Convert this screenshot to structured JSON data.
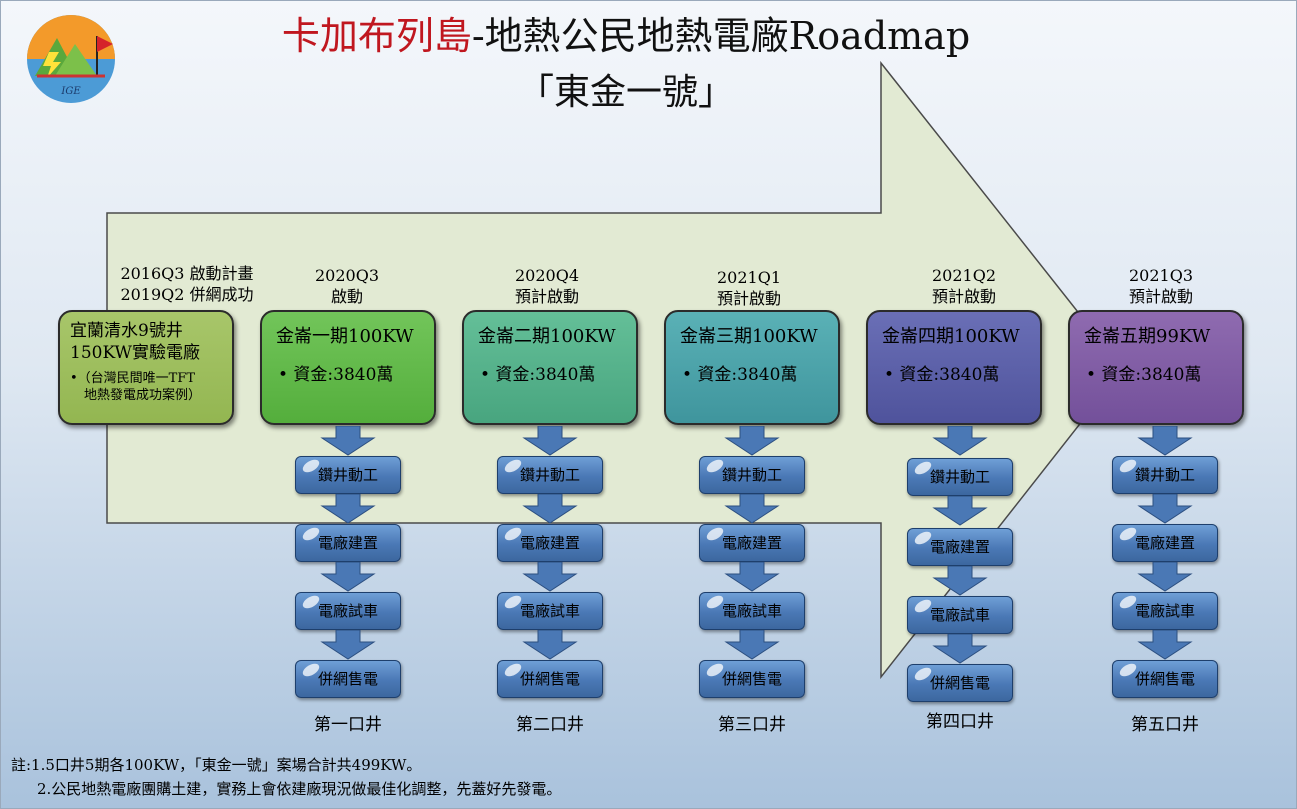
{
  "title": {
    "part1": "卡加布列島",
    "part2": "-地熱公民地熱電廠Roadmap",
    "subtitle": "「東金一號」"
  },
  "logo": {
    "text": "IGE",
    "icon": "mountain-lightning-flag-logo"
  },
  "colors": {
    "title_red": "#c0171f",
    "arrow_fill": "#e2ead3",
    "origin": "#9bbb59",
    "phase1": "#5fba46",
    "phase2": "#4fae8a",
    "phase3": "#4aa0a8",
    "phase4": "#5a5ea8",
    "phase5": "#7e5a9e",
    "step": "#4a78b5"
  },
  "origin": {
    "label_line1": "2016Q3 啟動計畫",
    "label_line2": "2019Q2 併網成功",
    "line1": "宜蘭清水9號井",
    "line2": "150KW實驗電廠",
    "note_line1": "•（台灣民間唯一TFT",
    "note_line2": "地熱發電成功案例）"
  },
  "phases": [
    {
      "quarter": "2020Q3",
      "status": "啟動",
      "name": "金崙一期100KW",
      "fund": "•  資金:3840萬",
      "well": "第一口井"
    },
    {
      "quarter": "2020Q4",
      "status": "預計啟動",
      "name": "金崙二期100KW",
      "fund": "•  資金:3840萬",
      "well": "第二口井"
    },
    {
      "quarter": "2021Q1",
      "status": "預計啟動",
      "name": "金崙三期100KW",
      "fund": "•  資金:3840萬",
      "well": "第三口井"
    },
    {
      "quarter": "2021Q2",
      "status": "預計啟動",
      "name": "金崙四期100KW",
      "fund": "•  資金:3840萬",
      "well": "第四口井"
    },
    {
      "quarter": "2021Q3",
      "status": "預計啟動",
      "name": "金崙五期99KW",
      "fund": "•  資金:3840萬",
      "well": "第五口井"
    }
  ],
  "steps": [
    "鑽井動工",
    "電廠建置",
    "電廠試車",
    "併網售電"
  ],
  "notes": {
    "line1": "註:1.5口井5期各100KW，「東金一號」案場合計共499KW。",
    "line2": "2.公民地熱電廠團購土建，實務上會依建廠現況做最佳化調整，先蓋好先發電。"
  }
}
